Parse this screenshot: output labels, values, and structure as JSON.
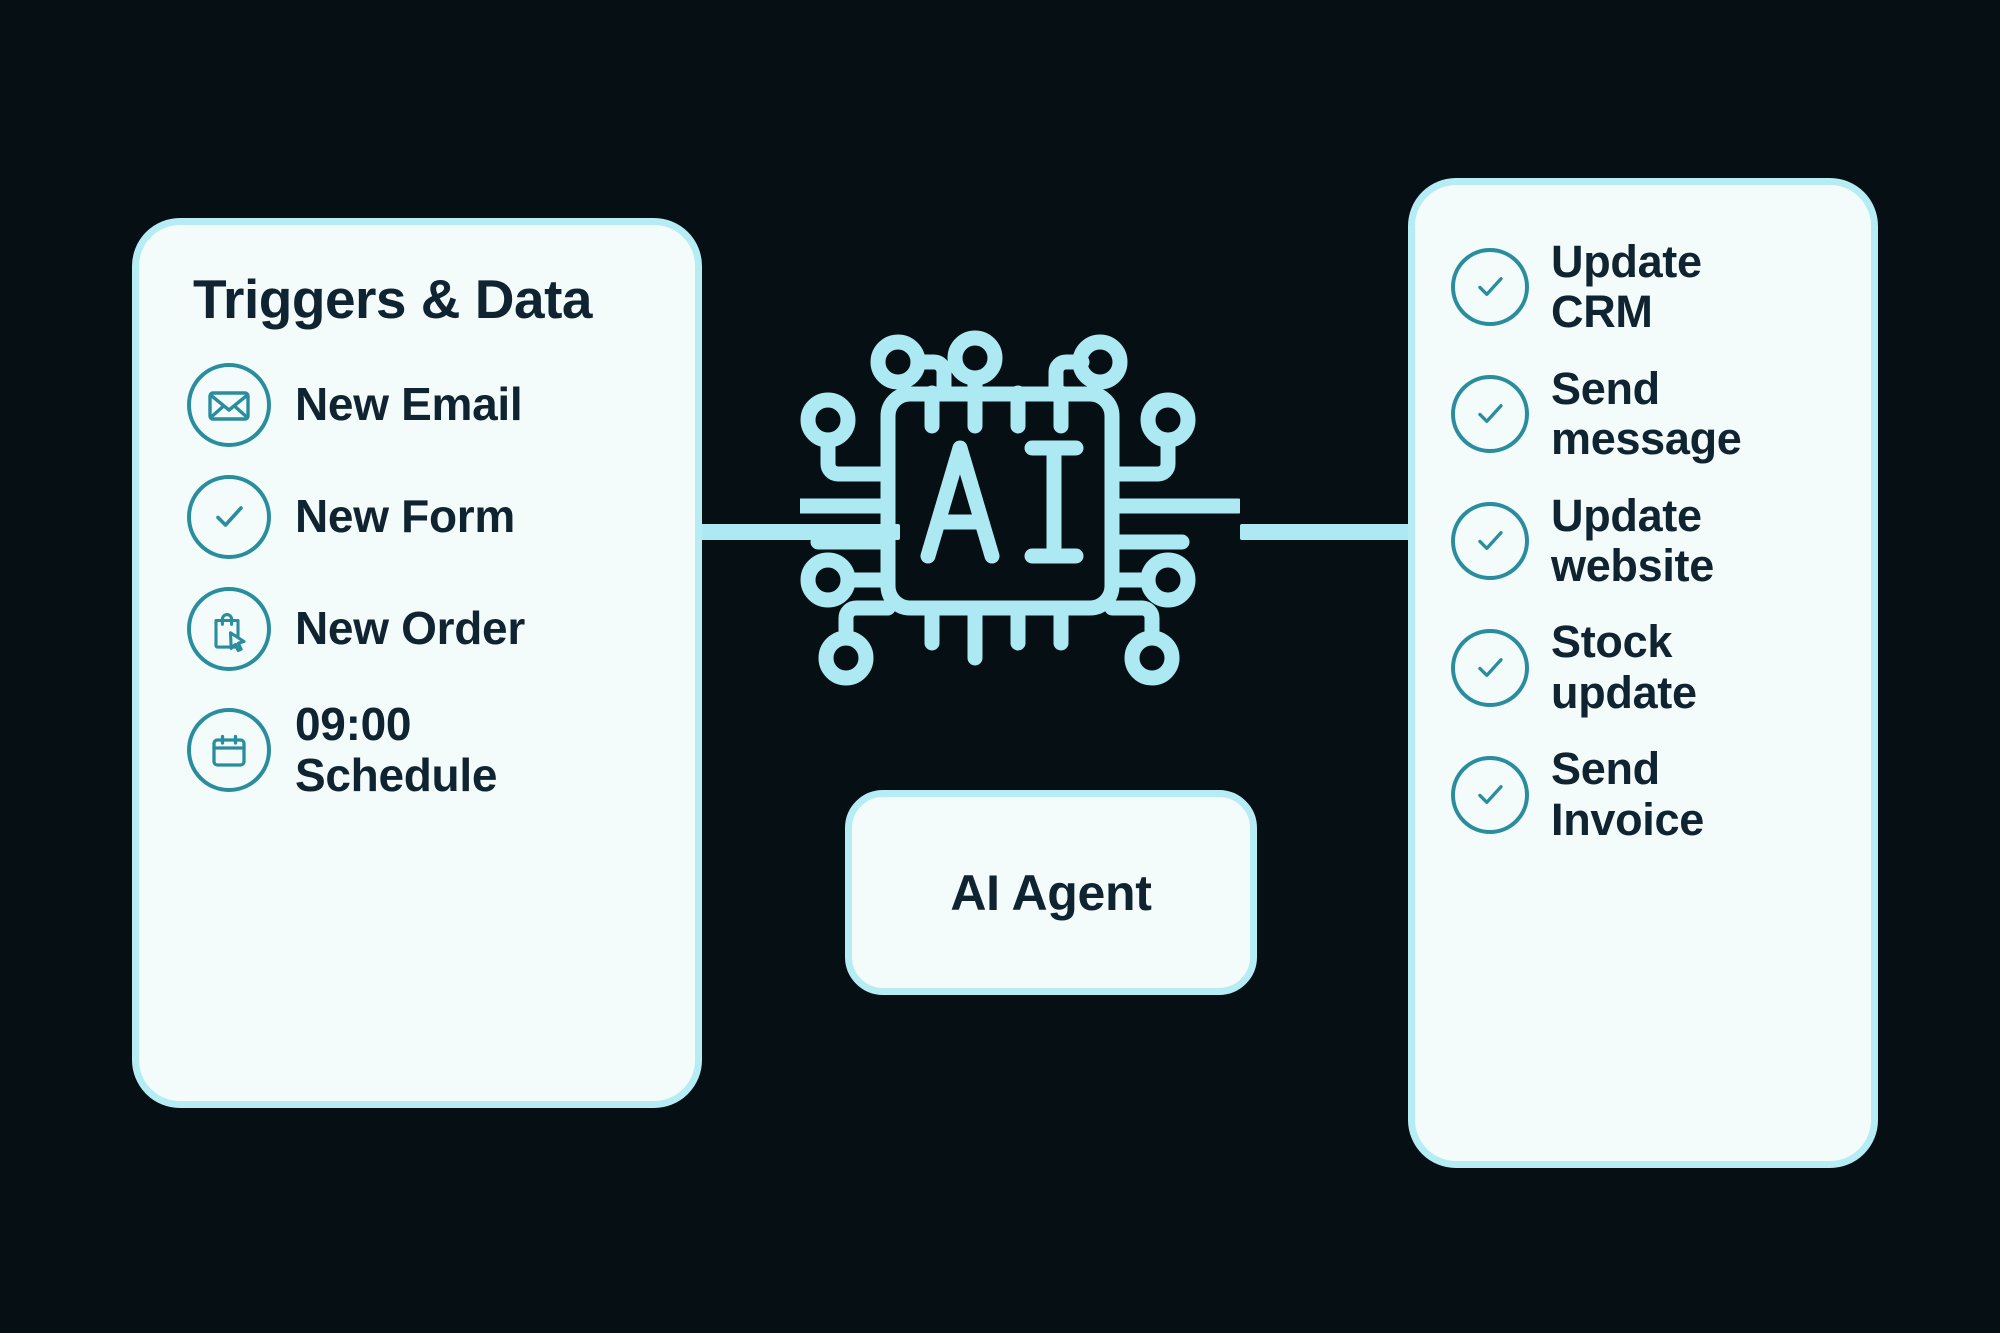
{
  "theme": {
    "background": "#050f14",
    "card_fill": "#f3fbfb",
    "card_border": "#b6edf5",
    "accent_cyan": "#ace9f2",
    "icon_teal": "#2a8d9e",
    "text_dark": "#0f2430"
  },
  "triggers_card": {
    "title": "Triggers & Data",
    "items": [
      {
        "icon": "envelope-icon",
        "label": "New Email"
      },
      {
        "icon": "check-circle-icon",
        "label": "New Form"
      },
      {
        "icon": "shopping-bag-cursor-icon",
        "label": "New Order"
      },
      {
        "icon": "calendar-icon",
        "label": "09:00\nSchedule"
      }
    ]
  },
  "center": {
    "chip_label": "AI",
    "chip_icon": "ai-microchip-icon",
    "agent_label": "AI Agent"
  },
  "actions_card": {
    "items": [
      {
        "icon": "check-circle-icon",
        "label": "Update\nCRM"
      },
      {
        "icon": "check-circle-icon",
        "label": "Send\nmessage"
      },
      {
        "icon": "check-circle-icon",
        "label": "Update\nwebsite"
      },
      {
        "icon": "check-circle-icon",
        "label": "Stock\nupdate"
      },
      {
        "icon": "check-circle-icon",
        "label": "Send\nInvoice"
      }
    ]
  },
  "connectors": {
    "left": "triggers-to-agent-line",
    "right": "agent-to-actions-line"
  }
}
